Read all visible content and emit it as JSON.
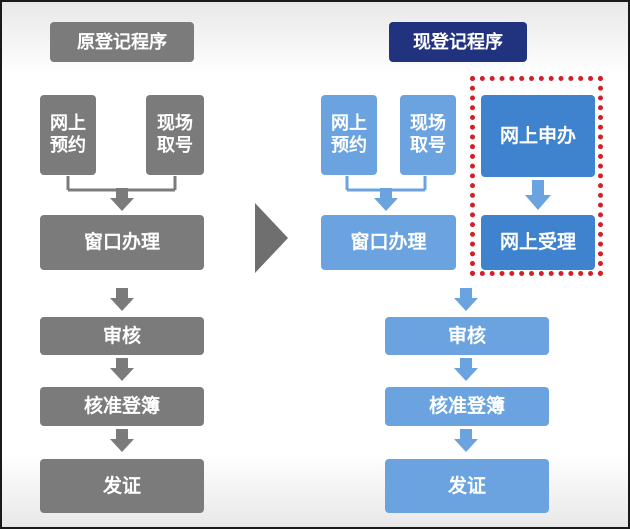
{
  "left": {
    "header": "原登记程序",
    "online_booking": [
      "网上",
      "预约"
    ],
    "onsite_number": [
      "现场",
      "取号"
    ],
    "window": "窗口办理",
    "review": "审核",
    "approve_register": "核准登簿",
    "certificate": "发证"
  },
  "right": {
    "header": "现登记程序",
    "online_booking": [
      "网上",
      "预约"
    ],
    "onsite_number": [
      "现场",
      "取号"
    ],
    "window": "窗口办理",
    "online_apply": "网上申办",
    "online_accept": "网上受理",
    "review": "审核",
    "approve_register": "核准登簿",
    "certificate": "发证"
  },
  "colors": {
    "old_flow": "#7b7b7b",
    "new_flow": "#6aa3df",
    "new_online": "#3f83cf",
    "new_header": "#21327e",
    "highlight_border": "#d41f2a",
    "transition_arrow": "#6f6f6f"
  }
}
